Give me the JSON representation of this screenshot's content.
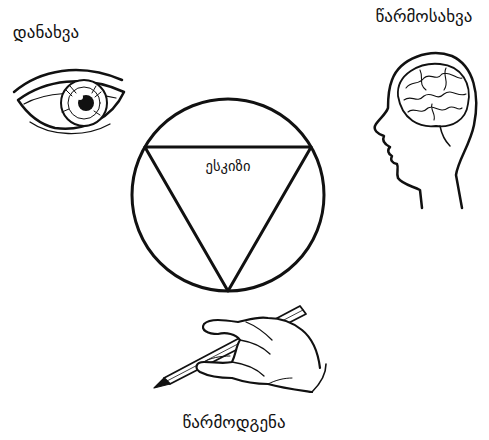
{
  "diagram": {
    "nodes": [
      {
        "text": [
          "ესკიზი"
        ]
      }
    ],
    "labels": [
      "დანახვა",
      "წარმოსახვა",
      "წარმოდგენა"
    ]
  }
}
